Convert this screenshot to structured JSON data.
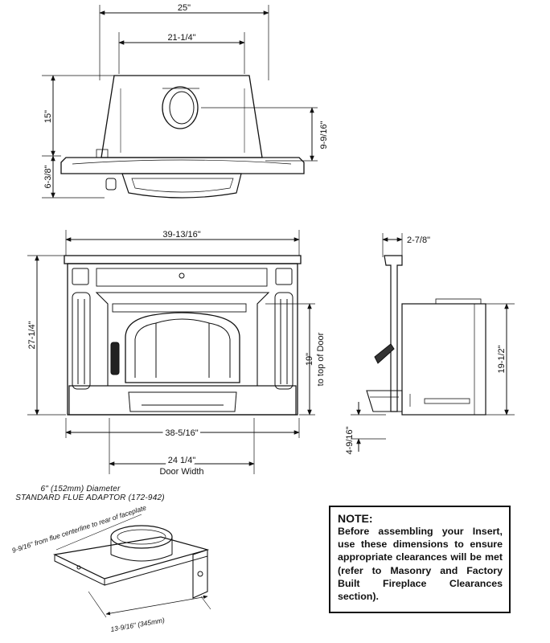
{
  "top_view": {
    "width_overall": "25\"",
    "width_body": "21-1/4\"",
    "height_left": "15\"",
    "height_right": "9-9/16\"",
    "faceplate_height": "6-3/8\""
  },
  "front_view": {
    "width_top": "39-13/16\"",
    "width_bottom": "38-5/16\"",
    "height": "27-1/4\"",
    "door_height_value": "19\"",
    "door_height_caption": "to top of Door",
    "door_width_value": "24 1/4\"",
    "door_width_caption": "Door Width"
  },
  "side_view": {
    "depth_front": "2-7/8\"",
    "height": "19-1/2\"",
    "bottom_offset": "4-9/16\""
  },
  "flue_adaptor": {
    "line1": "6\" (152mm) Diameter",
    "line2": "STANDARD FLUE ADAPTOR (172-942)",
    "centerline_note": "9-9/16\" from flue centerline to rear of faceplate",
    "width_note": "13-9/16\" (345mm)"
  },
  "note": {
    "title": "NOTE:",
    "body": "Before assembling your Insert, use these dimensions to ensure appropriate clearances will be met (refer to Masonry and Factory Built Fireplace Clearances section)."
  }
}
